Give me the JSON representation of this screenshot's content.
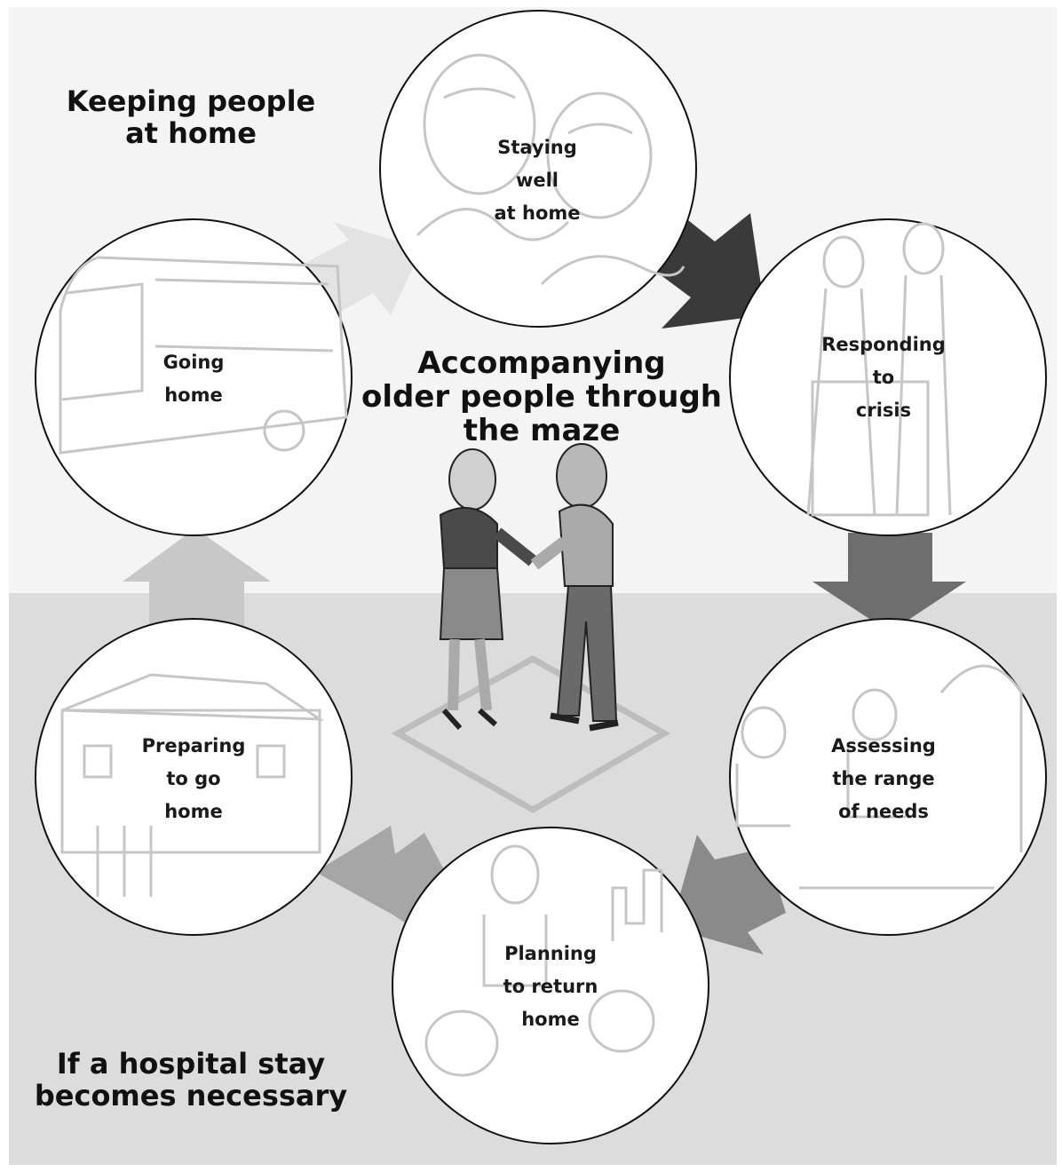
{
  "title_top": "Keeping people\nat home",
  "title_bottom": "If a hospital stay\nbecomes necessary",
  "title_center": "Accompanying\nolder people through\nthe maze",
  "stages": {
    "staying_well": "Staying\nwell\nat home",
    "responding": "Responding\nto\ncrisis",
    "assessing": "Assessing\nthe range\nof needs",
    "planning": "Planning\nto return\nhome",
    "preparing": "Preparing\nto go\nhome",
    "going_home": "Going\nhome"
  },
  "illustrations": {
    "staying_well": "elderly-couple-illustration",
    "responding": "walking-frame-carer-illustration",
    "assessing": "meeting-illustration",
    "planning": "team-planning-illustration",
    "preparing": "house-illustration",
    "going_home": "bus-illustration",
    "center": "handshake-illustration"
  },
  "colors": {
    "top_band": "#f4f4f4",
    "bottom_band": "#dcdcdc",
    "arrow_dark": "#3a3a3a",
    "arrow_mid": "#6e6e6e",
    "arrow_light": "#a6a6a6",
    "arrow_pale": "#d6d6d6",
    "circle_border": "#111111"
  }
}
